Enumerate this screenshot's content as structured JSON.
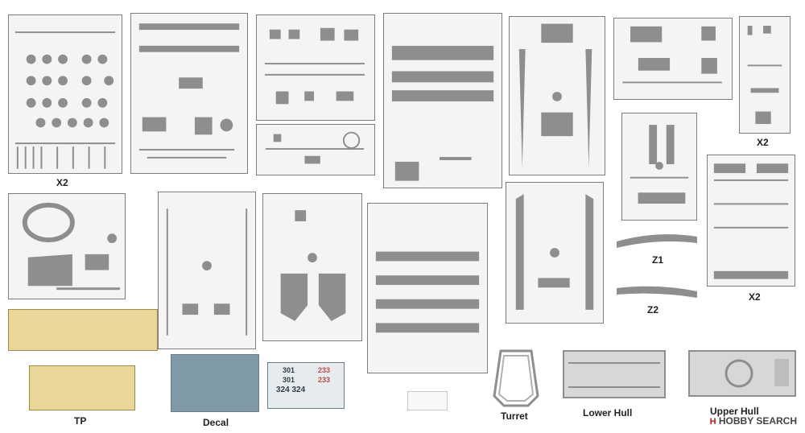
{
  "labels": {
    "x2_a": "X2",
    "x2_b": "X2",
    "x2_c": "X2",
    "z1": "Z1",
    "z2": "Z2",
    "tp": "TP",
    "decal": "Decal",
    "turret": "Turret",
    "lower_hull": "Lower Hull",
    "upper_hull": "Upper  Hull"
  },
  "decal_numbers": {
    "r1": "301",
    "r2": "301",
    "r3": "324 324",
    "red1": "233",
    "red2": "233"
  },
  "watermark": {
    "brand": "HOBBY SEARCH",
    "mark": "H"
  },
  "colors": {
    "sprue_gray": "#8e8e8e",
    "photo_etch": "#e9d79a",
    "decal_blue": "#7f9aa6",
    "decal_red": "#c24a4a"
  }
}
